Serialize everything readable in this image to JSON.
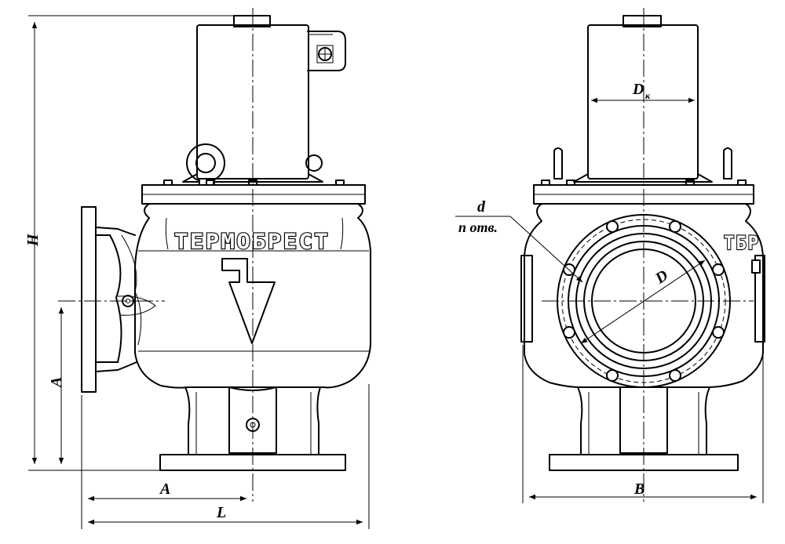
{
  "brand": "ТЕРМОБРЕСТ",
  "brand_partial": "ТБР",
  "dimensions": {
    "H": "H",
    "A_vertical": "A",
    "A_horizontal": "A",
    "L": "L",
    "B": "B",
    "Dk_main": "D",
    "Dk_sub": "к",
    "D": "D",
    "d": "d",
    "holes": "n отв."
  }
}
